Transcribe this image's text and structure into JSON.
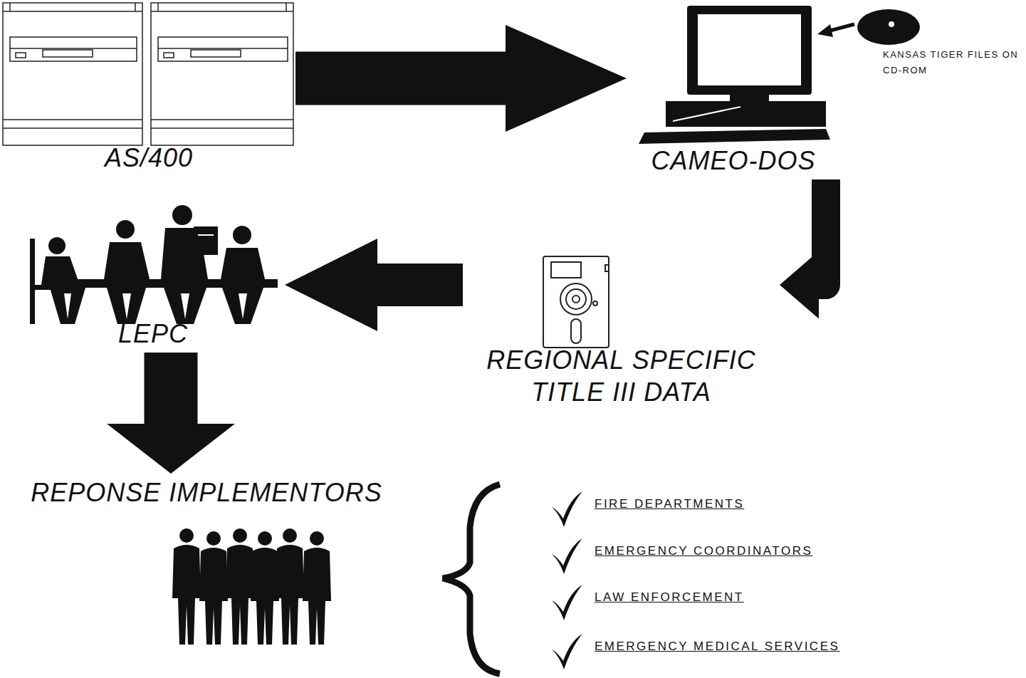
{
  "diagram": {
    "nodes": [
      {
        "text": [
          "AS/400"
        ]
      },
      {
        "text": [
          "CAMEO-DOS"
        ]
      },
      {
        "text": [
          "REGIONAL SPECIFIC TITLE III DATA"
        ]
      },
      {
        "text": [
          "LEPC"
        ]
      },
      {
        "text": [
          "REPONSE IMPLEMENTORS"
        ]
      }
    ],
    "edges": [
      {
        "from": 0,
        "to": 1,
        "arrow": "to"
      },
      {
        "from": 1,
        "to": 2,
        "arrow": "to"
      },
      {
        "from": 2,
        "to": 3,
        "arrow": "to"
      },
      {
        "from": 3,
        "to": 4,
        "arrow": "to"
      }
    ],
    "labels": [
      "KANSAS TIGER FILES ON CD-ROM",
      "FIRE DEPARTMENTS",
      "EMERGENCY COORDINATORS",
      "LAW ENFORCEMENT",
      "EMERGENCY MEDICAL SERVICES"
    ]
  }
}
